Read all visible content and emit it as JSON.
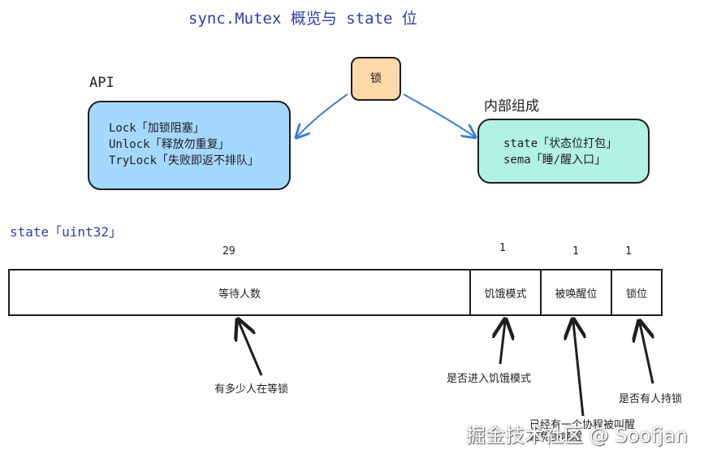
{
  "title": "sync.Mutex 概览与 state 位",
  "center_node": {
    "label": "锁"
  },
  "api": {
    "heading": "API",
    "items": [
      "Lock「加锁阻塞」",
      "Unlock「释放勿重复」",
      "TryLock「失败即返不排队」"
    ]
  },
  "internal": {
    "heading": "内部组成",
    "items": [
      "state「状态位打包」",
      "sema「睡/醒入口」"
    ]
  },
  "state": {
    "label": "state「uint32」",
    "segments": [
      {
        "bits": "29",
        "label": "等待人数",
        "note": "有多少人在等锁"
      },
      {
        "bits": "1",
        "label": "饥饿模式",
        "note": "是否进入饥饿模式"
      },
      {
        "bits": "1",
        "label": "被唤醒位",
        "note": "已经有一个协程被叫醒 避免多唤醒"
      },
      {
        "bits": "1",
        "label": "锁位",
        "note": "是否有人持锁"
      }
    ]
  },
  "colors": {
    "title": "#2f3ea8",
    "api_box": "#a5d8ff",
    "internal_box": "#b2f2e2",
    "lock_box": "#ffd8a8",
    "connector": "#3b7dd8"
  },
  "watermark": "掘金技术社区 @ Soofjan"
}
